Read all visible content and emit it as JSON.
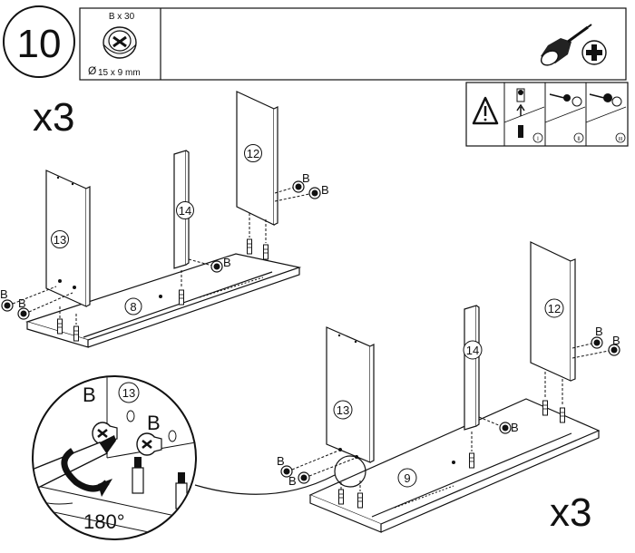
{
  "step": {
    "number": "10"
  },
  "hardware": {
    "label": "B x 30",
    "size": "15 x 9 mm"
  },
  "multipliers": {
    "top": "x3",
    "bottom": "x3"
  },
  "parts": {
    "top": {
      "side_left": "13",
      "side_right": "12",
      "divider": "14",
      "base": "8"
    },
    "bottom": {
      "side_left": "13",
      "side_right": "12",
      "divider": "14",
      "base": "9"
    }
  },
  "fastener_label": "B",
  "detail": {
    "panel": "13",
    "rotation": "180°"
  },
  "warning_steps": [
    "I",
    "II",
    "III"
  ],
  "icons": [
    "cam-lock-icon",
    "screwdriver-icon",
    "phillips-head-icon",
    "warning-icon",
    "rotation-arrow-icon"
  ]
}
